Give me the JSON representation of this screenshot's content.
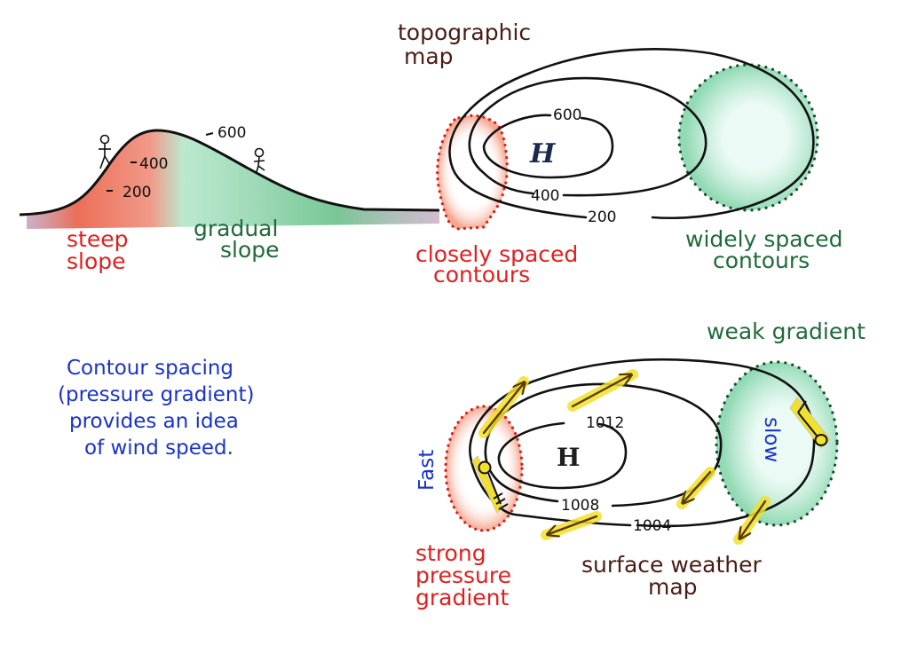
{
  "colors": {
    "steep": "#e8553a",
    "gradual": "#3fae6a",
    "ground": "#b58fb0",
    "red_zone": "#f3a08a",
    "green_zone": "#9fe0c0",
    "highlight": "#f2e12a",
    "high_symbol": "#1b2a4a"
  },
  "profile": {
    "elevation_labels": [
      "600",
      "400",
      "200"
    ],
    "steep_label": [
      "steep",
      "slope"
    ],
    "gradual_label": [
      "gradual",
      "slope"
    ]
  },
  "topo_map": {
    "title": [
      "topographic",
      "map"
    ],
    "center_symbol": "H",
    "contour_labels": [
      "600",
      "400",
      "200"
    ],
    "close_label": [
      "closely spaced",
      "contours"
    ],
    "wide_label": [
      "widely spaced",
      "contours"
    ]
  },
  "note": {
    "lines": [
      "Contour spacing",
      "(pressure gradient)",
      "provides an idea",
      "of wind speed."
    ]
  },
  "weather_map": {
    "center_symbol": "H",
    "isobar_labels": [
      "1012",
      "1008",
      "1004"
    ],
    "fast_label": "Fast",
    "slow_label": "slow",
    "strong_label": [
      "strong",
      "pressure",
      "gradient"
    ],
    "weak_label": "weak gradient",
    "title": [
      "surface weather",
      "map"
    ]
  }
}
